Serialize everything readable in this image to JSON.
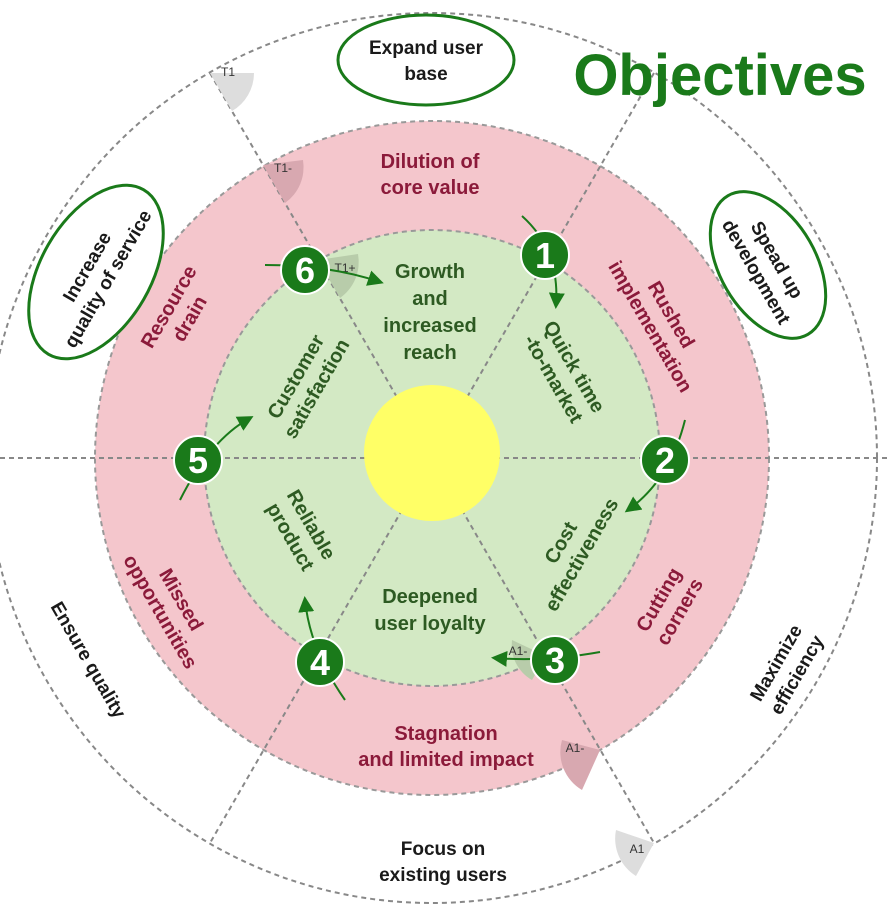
{
  "title": "Objectives",
  "colors": {
    "green": "#1a7a1a",
    "pink": "#f4c6cc",
    "lightgreen": "#d3e9c4",
    "yellow": "#ffff66"
  },
  "outer": {
    "top": [
      "Expand user",
      "base"
    ],
    "top_right": [
      "Spead up",
      "development"
    ],
    "bottom_right": [
      "Maximize",
      "efficiency"
    ],
    "bottom": [
      "Focus on",
      "existing users"
    ],
    "bottom_left": [
      "Ensure quality"
    ],
    "top_left": [
      "Increase",
      "quality of service"
    ]
  },
  "risks": {
    "top": [
      "Dilution of",
      "core value"
    ],
    "top_right": [
      "Rushed",
      "implementation"
    ],
    "bottom_right": [
      "Cutting",
      "corners"
    ],
    "bottom": [
      "Stagnation",
      "and limited impact"
    ],
    "bottom_left": [
      "Missed",
      "opportunities"
    ],
    "top_left": [
      "Resource",
      "drain"
    ]
  },
  "benefits": {
    "top": [
      "Growth",
      "and",
      "increased",
      "reach"
    ],
    "top_right": [
      "Quick time",
      "-to-market"
    ],
    "bottom_right": [
      "Cost",
      "effectiveness"
    ],
    "bottom": [
      "Deepened",
      "user loyalty"
    ],
    "bottom_left": [
      "Reliable",
      "product"
    ],
    "top_left": [
      "Customer",
      "satisfaction"
    ]
  },
  "markers": {
    "t1": "T1",
    "t1_minus": "T1-",
    "t1_plus": "T1+",
    "a1": "A1",
    "a1_minus": "A1-",
    "a1_plus": "A1-"
  },
  "steps": [
    "1",
    "2",
    "3",
    "4",
    "5",
    "6"
  ]
}
